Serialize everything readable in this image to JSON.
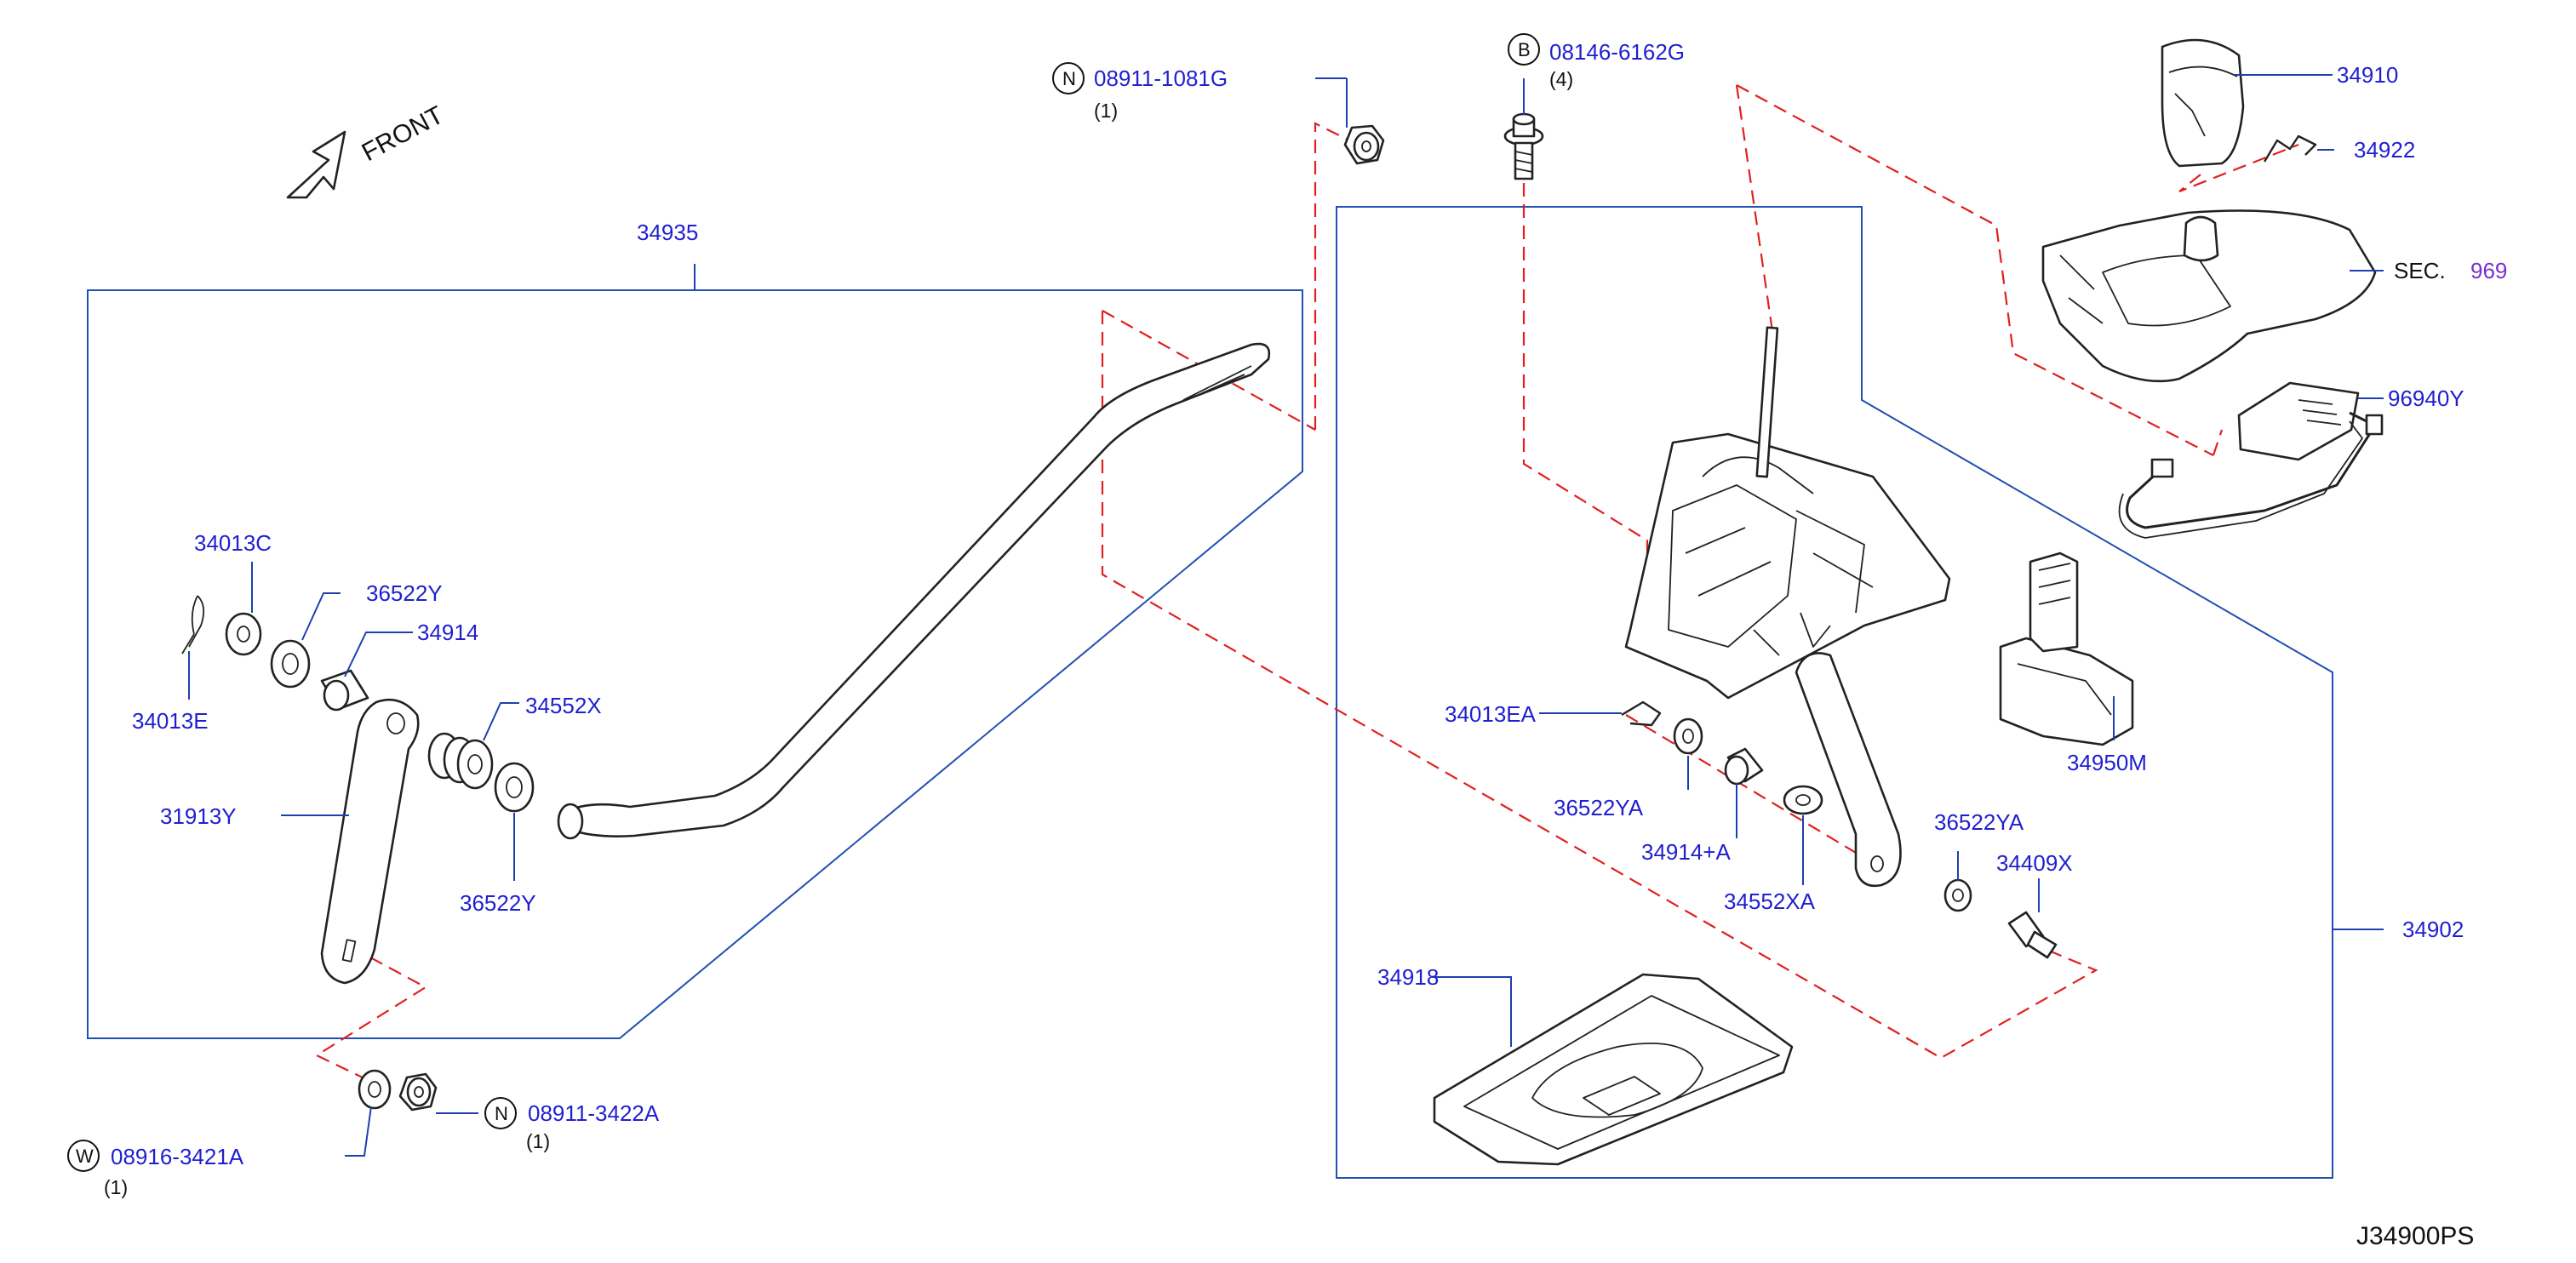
{
  "parts": [
    {
      "id": "p34910",
      "label": "34910"
    },
    {
      "id": "p34922",
      "label": "34922"
    },
    {
      "id": "p96940Y",
      "label": "96940Y"
    },
    {
      "id": "p34935",
      "label": "34935"
    },
    {
      "id": "p34013C",
      "label": "34013C"
    },
    {
      "id": "p36522Y_top",
      "label": "36522Y"
    },
    {
      "id": "p34914",
      "label": "34914"
    },
    {
      "id": "p34013E",
      "label": "34013E"
    },
    {
      "id": "p34552X",
      "label": "34552X"
    },
    {
      "id": "p31913Y",
      "label": "31913Y"
    },
    {
      "id": "p36522Y_bot",
      "label": "36522Y"
    },
    {
      "id": "p34013EA",
      "label": "34013EA"
    },
    {
      "id": "p34950M",
      "label": "34950M"
    },
    {
      "id": "p36522YA_left",
      "label": "36522YA"
    },
    {
      "id": "p34914A",
      "label": "34914+A"
    },
    {
      "id": "p36522YA_right",
      "label": "36522YA"
    },
    {
      "id": "p34409X",
      "label": "34409X"
    },
    {
      "id": "p34552XA",
      "label": "34552XA"
    },
    {
      "id": "p34902",
      "label": "34902"
    },
    {
      "id": "p34918",
      "label": "34918"
    }
  ],
  "fasteners": [
    {
      "id": "f0891110",
      "symbol": "N",
      "label": "08911-1081G",
      "qty": "(1)"
    },
    {
      "id": "f0814661",
      "symbol": "B",
      "label": "08146-6162G",
      "qty": "(4)"
    },
    {
      "id": "f0891134",
      "symbol": "N",
      "label": "08911-3422A",
      "qty": "(1)"
    },
    {
      "id": "f0891634",
      "symbol": "W",
      "label": "08916-3421A",
      "qty": "(1)"
    }
  ],
  "section_ref": {
    "prefix": "SEC.",
    "number": "969"
  },
  "direction": {
    "label": "FRONT"
  },
  "diagram_code": "J34900PS"
}
